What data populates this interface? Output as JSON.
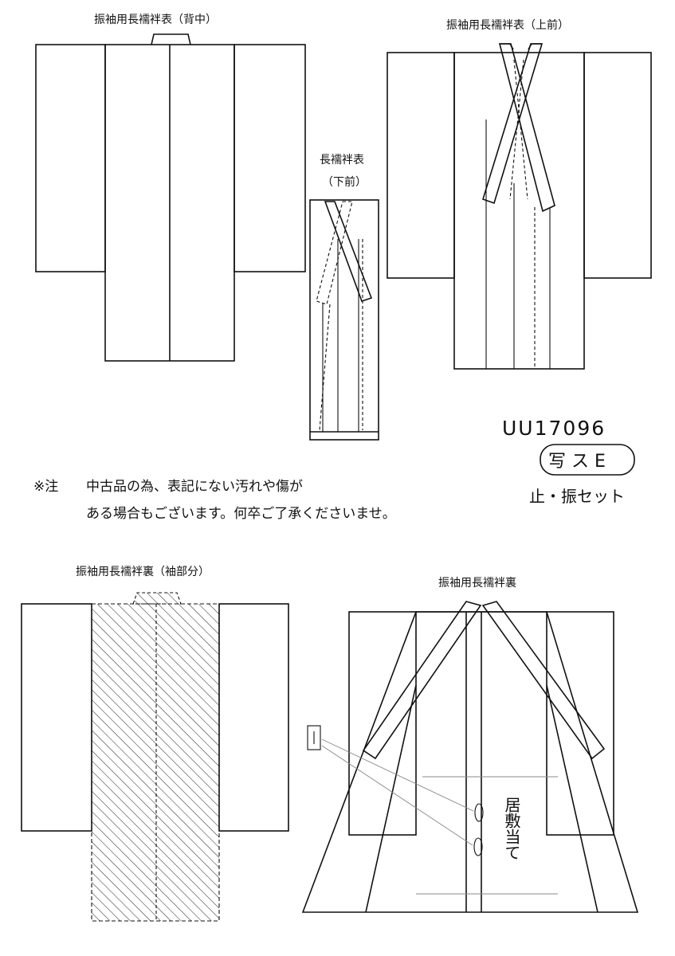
{
  "labels": {
    "back": "振袖用長襦袢表（背中）",
    "front_upper": "振袖用長襦袢表（上前）",
    "front_lower_1": "長襦袢表",
    "front_lower_2": "（下前）",
    "lining_sleeve": "振袖用長襦袢裏（袖部分）",
    "lining": "振袖用長襦袢裏"
  },
  "note": {
    "mark": "※注",
    "line1": "中古品の為、表記にない汚れや傷が",
    "line2": "ある場合もございます。何卒ご了承くださいませ。"
  },
  "handwriting": {
    "code": "UU17096",
    "stamp": "写 ス E",
    "set_note": "止・振セット",
    "vertical_note": "居敷当て"
  }
}
